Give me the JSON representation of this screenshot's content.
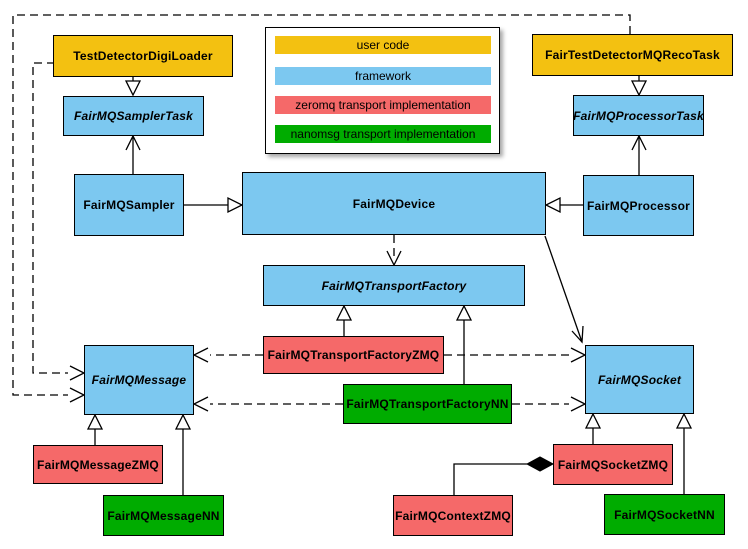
{
  "legend": {
    "colors": {
      "user_code": "#F3C111",
      "framework": "#7CC8F0",
      "zeromq": "#F56969",
      "nanomsg": "#00AC00"
    },
    "items": [
      {
        "label": "user code",
        "category": "user_code"
      },
      {
        "label": "framework",
        "category": "framework"
      },
      {
        "label": "zeromq transport implementation",
        "category": "zeromq"
      },
      {
        "label": "nanomsg transport implementation",
        "category": "nanomsg"
      }
    ]
  },
  "nodes": {
    "digiLoader": {
      "label": "TestDetectorDigiLoader",
      "category": "user_code",
      "abstract": false
    },
    "recoTask": {
      "label": "FairTestDetectorMQRecoTask",
      "category": "user_code",
      "abstract": false
    },
    "samplerTask": {
      "label": "FairMQSamplerTask",
      "category": "framework",
      "abstract": true
    },
    "processorTask": {
      "label": "FairMQProcessorTask",
      "category": "framework",
      "abstract": true
    },
    "sampler": {
      "label": "FairMQSampler",
      "category": "framework",
      "abstract": false
    },
    "device": {
      "label": "FairMQDevice",
      "category": "framework",
      "abstract": false
    },
    "processor": {
      "label": "FairMQProcessor",
      "category": "framework",
      "abstract": false
    },
    "transportFactory": {
      "label": "FairMQTransportFactory",
      "category": "framework",
      "abstract": true
    },
    "transportFactoryZMQ": {
      "label": "FairMQTransportFactoryZMQ",
      "category": "zeromq",
      "abstract": false
    },
    "transportFactoryNN": {
      "label": "FairMQTransportFactoryNN",
      "category": "nanomsg",
      "abstract": false
    },
    "message": {
      "label": "FairMQMessage",
      "category": "framework",
      "abstract": true
    },
    "socket": {
      "label": "FairMQSocket",
      "category": "framework",
      "abstract": true
    },
    "messageZMQ": {
      "label": "FairMQMessageZMQ",
      "category": "zeromq",
      "abstract": false
    },
    "messageNN": {
      "label": "FairMQMessageNN",
      "category": "nanomsg",
      "abstract": false
    },
    "contextZMQ": {
      "label": "FairMQContextZMQ",
      "category": "zeromq",
      "abstract": false
    },
    "socketZMQ": {
      "label": "FairMQSocketZMQ",
      "category": "zeromq",
      "abstract": false
    },
    "socketNN": {
      "label": "FairMQSocketNN",
      "category": "nanomsg",
      "abstract": false
    }
  },
  "edges": [
    {
      "from": "TestDetectorDigiLoader",
      "to": "FairMQSamplerTask",
      "type": "inheritance"
    },
    {
      "from": "FairTestDetectorMQRecoTask",
      "to": "FairMQProcessorTask",
      "type": "inheritance"
    },
    {
      "from": "FairMQSampler",
      "to": "FairMQSamplerTask",
      "type": "association-arrow"
    },
    {
      "from": "FairMQProcessor",
      "to": "FairMQProcessorTask",
      "type": "association-arrow"
    },
    {
      "from": "FairMQSampler",
      "to": "FairMQDevice",
      "type": "inheritance"
    },
    {
      "from": "FairMQProcessor",
      "to": "FairMQDevice",
      "type": "inheritance"
    },
    {
      "from": "FairMQDevice",
      "to": "FairMQTransportFactory",
      "type": "dashed-dependency"
    },
    {
      "from": "FairMQDevice",
      "to": "FairMQSocket",
      "type": "association-arrow"
    },
    {
      "from": "FairMQTransportFactoryZMQ",
      "to": "FairMQTransportFactory",
      "type": "inheritance"
    },
    {
      "from": "FairMQTransportFactoryNN",
      "to": "FairMQTransportFactory",
      "type": "inheritance"
    },
    {
      "from": "FairMQTransportFactoryZMQ",
      "to": "FairMQMessage",
      "type": "dashed-dependency"
    },
    {
      "from": "FairMQTransportFactoryZMQ",
      "to": "FairMQSocket",
      "type": "dashed-dependency"
    },
    {
      "from": "FairMQTransportFactoryNN",
      "to": "FairMQMessage",
      "type": "dashed-dependency"
    },
    {
      "from": "FairMQTransportFactoryNN",
      "to": "FairMQSocket",
      "type": "dashed-dependency"
    },
    {
      "from": "TestDetectorDigiLoader",
      "to": "FairMQMessage",
      "type": "dashed-dependency"
    },
    {
      "from": "FairTestDetectorMQRecoTask",
      "to": "FairMQMessage",
      "type": "dashed-dependency"
    },
    {
      "from": "FairMQMessageZMQ",
      "to": "FairMQMessage",
      "type": "inheritance"
    },
    {
      "from": "FairMQMessageNN",
      "to": "FairMQMessage",
      "type": "inheritance"
    },
    {
      "from": "FairMQSocketZMQ",
      "to": "FairMQSocket",
      "type": "inheritance"
    },
    {
      "from": "FairMQSocketNN",
      "to": "FairMQSocket",
      "type": "inheritance"
    },
    {
      "from": "FairMQSocketZMQ",
      "to": "FairMQContextZMQ",
      "type": "composition"
    }
  ]
}
